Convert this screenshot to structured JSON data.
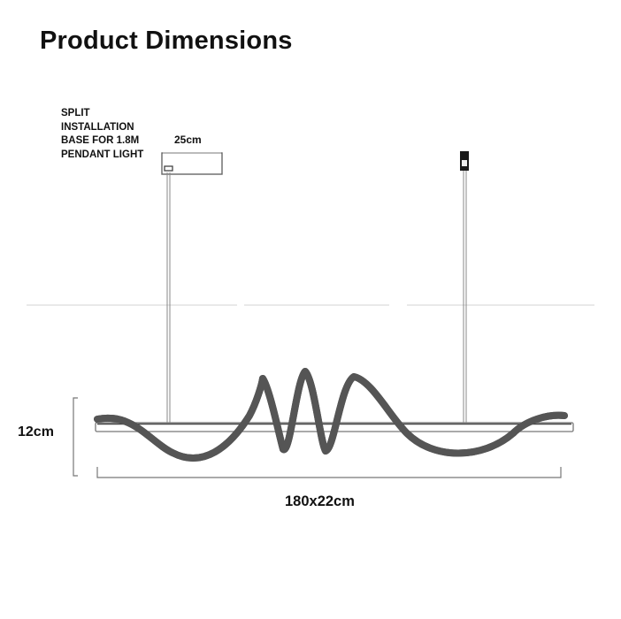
{
  "title": "Product Dimensions",
  "note": {
    "lines": [
      "SPLIT",
      "INSTALLATION",
      "BASE FOR 1.8M",
      "PENDANT LIGHT"
    ]
  },
  "dimensions": {
    "base_width": "25cm",
    "height": "12cm",
    "length_depth": "180x22cm"
  },
  "drawing": {
    "subject": "wave-shaped LED pendant light",
    "components": [
      "ceiling-base-plate",
      "ceiling-connector",
      "suspension-wire-left",
      "suspension-wire-right",
      "horizontal-bar",
      "wave-tube"
    ],
    "line_color": "#555555",
    "guide_color": "#d8d8d8"
  }
}
